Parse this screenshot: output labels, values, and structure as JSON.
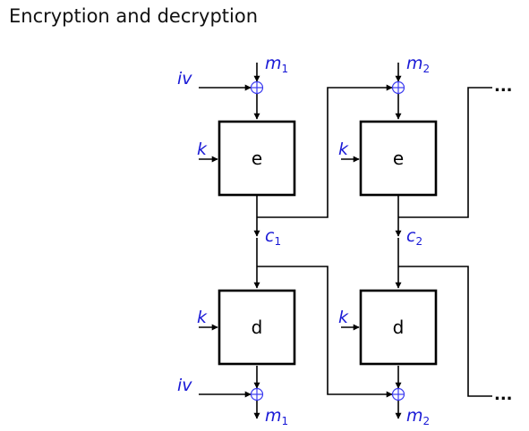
{
  "title": "Encryption and decryption",
  "labels": {
    "iv": "iv",
    "k": "k",
    "m": "m",
    "c": "c",
    "one": "1",
    "two": "2",
    "ellipsis": "..."
  },
  "blocks": {
    "encrypt": "e",
    "decrypt": "d"
  },
  "colors": {
    "label": "#1a1ad6",
    "xor": "#3a3af0",
    "line": "#000000"
  }
}
